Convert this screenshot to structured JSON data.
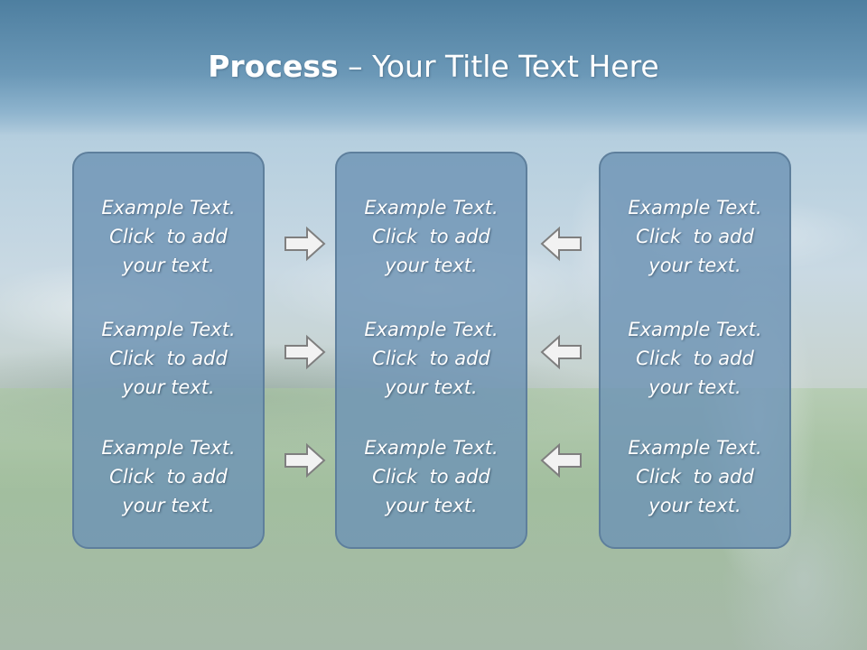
{
  "title": {
    "bold": "Process",
    "rest": " – Your Title Text Here"
  },
  "panels": [
    {
      "items": [
        "Example Text.\nClick  to add\nyour text.",
        "Example Text.\nClick  to add\nyour text.",
        "Example Text.\nClick  to add\nyour text."
      ]
    },
    {
      "items": [
        "Example Text.\nClick  to add\nyour text.",
        "Example Text.\nClick  to add\nyour text.",
        "Example Text.\nClick  to add\nyour text."
      ]
    },
    {
      "items": [
        "Example Text.\nClick  to add\nyour text.",
        "Example Text.\nClick  to add\nyour text.",
        "Example Text.\nClick  to add\nyour text."
      ]
    }
  ],
  "arrows": {
    "left_column": "right-arrow-icon",
    "right_column": "left-arrow-icon",
    "fill": "#f2f2f2",
    "stroke": "#7f7f7f"
  },
  "colors": {
    "panel_fill": "#6e94b4",
    "panel_border": "#5e7f9c",
    "title_band": "#4e7fa0"
  }
}
